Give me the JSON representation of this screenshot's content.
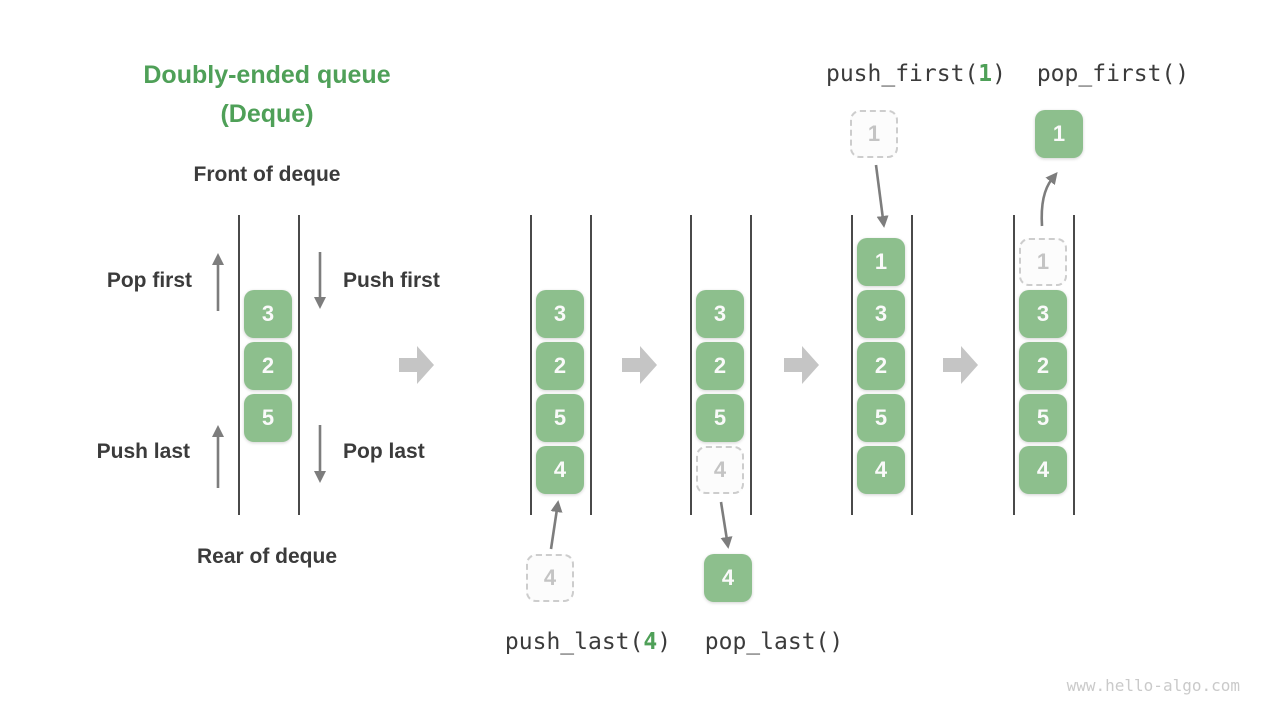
{
  "title": {
    "line1": "Doubly-ended queue",
    "line2": "(Deque)"
  },
  "left_diagram": {
    "front_label": "Front of deque",
    "rear_label": "Rear of deque",
    "pop_first_label": "Pop first",
    "push_first_label": "Push first",
    "push_last_label": "Push last",
    "pop_last_label": "Pop last"
  },
  "operations": {
    "push_first": {
      "pre": "push_first(",
      "arg": "1",
      "post": ")"
    },
    "pop_first": {
      "text": "pop_first()"
    },
    "push_last": {
      "pre": "push_last(",
      "arg": "4",
      "post": ")"
    },
    "pop_last": {
      "text": "pop_last()"
    }
  },
  "queues": [
    {
      "name": "initial-deque",
      "cells": [
        {
          "value": "3",
          "style": "solid"
        },
        {
          "value": "2",
          "style": "solid"
        },
        {
          "value": "5",
          "style": "solid"
        }
      ]
    },
    {
      "name": "after-push-last",
      "cells": [
        {
          "value": "3",
          "style": "solid"
        },
        {
          "value": "2",
          "style": "solid"
        },
        {
          "value": "5",
          "style": "solid"
        },
        {
          "value": "4",
          "style": "solid"
        }
      ]
    },
    {
      "name": "pop-last-state",
      "cells": [
        {
          "value": "3",
          "style": "solid"
        },
        {
          "value": "2",
          "style": "solid"
        },
        {
          "value": "5",
          "style": "solid"
        },
        {
          "value": "4",
          "style": "dashed"
        }
      ]
    },
    {
      "name": "after-push-first",
      "cells": [
        {
          "value": "1",
          "style": "solid"
        },
        {
          "value": "3",
          "style": "solid"
        },
        {
          "value": "2",
          "style": "solid"
        },
        {
          "value": "5",
          "style": "solid"
        },
        {
          "value": "4",
          "style": "solid"
        }
      ]
    },
    {
      "name": "pop-first-state",
      "cells": [
        {
          "value": "1",
          "style": "dashed"
        },
        {
          "value": "3",
          "style": "solid"
        },
        {
          "value": "2",
          "style": "solid"
        },
        {
          "value": "5",
          "style": "solid"
        },
        {
          "value": "4",
          "style": "solid"
        }
      ]
    }
  ],
  "floating_items": {
    "push_last_input": {
      "value": "4",
      "style": "dashed"
    },
    "pop_last_output": {
      "value": "4",
      "style": "solid"
    },
    "push_first_input": {
      "value": "1",
      "style": "dashed"
    },
    "pop_first_output": {
      "value": "1",
      "style": "solid"
    }
  },
  "colors": {
    "box_green": "#8dbf8d",
    "accent_green": "#4fa058",
    "text_dark": "#3b3b3b",
    "arrow_gray": "#7d7d7d",
    "block_arrow_gray": "#c5c5c5",
    "dashed_border_gray": "#cdcdcd",
    "dashed_text_gray": "#c4c4c4",
    "line_dark": "#4a4a4a",
    "watermark_gray": "#cacaca"
  },
  "watermark": "www.hello-algo.com"
}
